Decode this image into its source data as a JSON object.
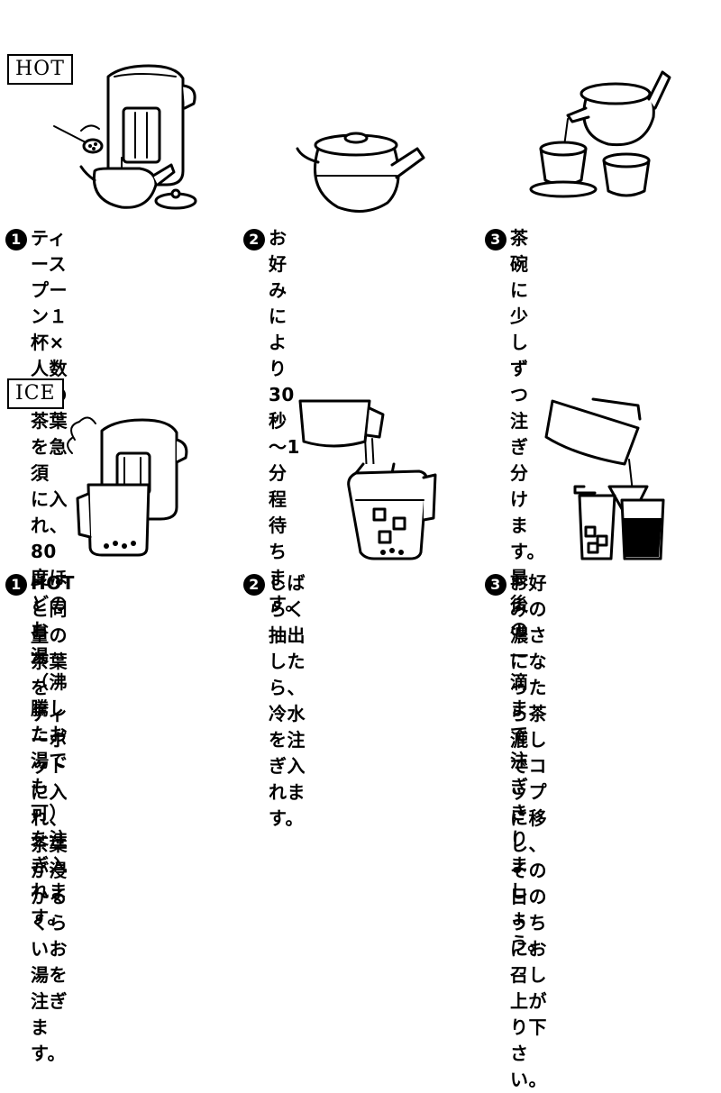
{
  "hot": {
    "label": "HOT",
    "steps": [
      {
        "num": "1",
        "text": "ティースプーン１杯×\n人数分の茶葉を急須\nに入れ、80度ほどのお\n湯（沸騰したお湯でも\n可）を注ぎ入れます。"
      },
      {
        "num": "2",
        "text": "お好みにより30秒\n～1分程待ちます。"
      },
      {
        "num": "3",
        "text": "茶碗に少しずつ注ぎ分け\nます。最後の一滴まで注\nぎきりましょう。"
      }
    ]
  },
  "ice": {
    "label": "ICE",
    "steps": [
      {
        "num": "1",
        "text": "HOTと同量の茶葉を\nティーポットに入れ、\n茶葉が浸かるくらいお\n湯を注ぎます。"
      },
      {
        "num": "2",
        "text": "しばらく抽出したら、\n冷水を注ぎ入れます。"
      },
      {
        "num": "3",
        "text": "お好みの濃さになった\nら茶漉しでコップに移\nし、その日のうちにお\n召し上がり下さい。"
      }
    ]
  },
  "illustrations": [
    "electric-kettle-pouring-into-teapot-with-spoon",
    "teapot",
    "teapot-pouring-into-two-cups",
    "electric-kettle-filling-tea-pitcher",
    "jug-pouring-water-into-pitcher",
    "pitcher-pouring-through-strainer-into-glasses"
  ]
}
